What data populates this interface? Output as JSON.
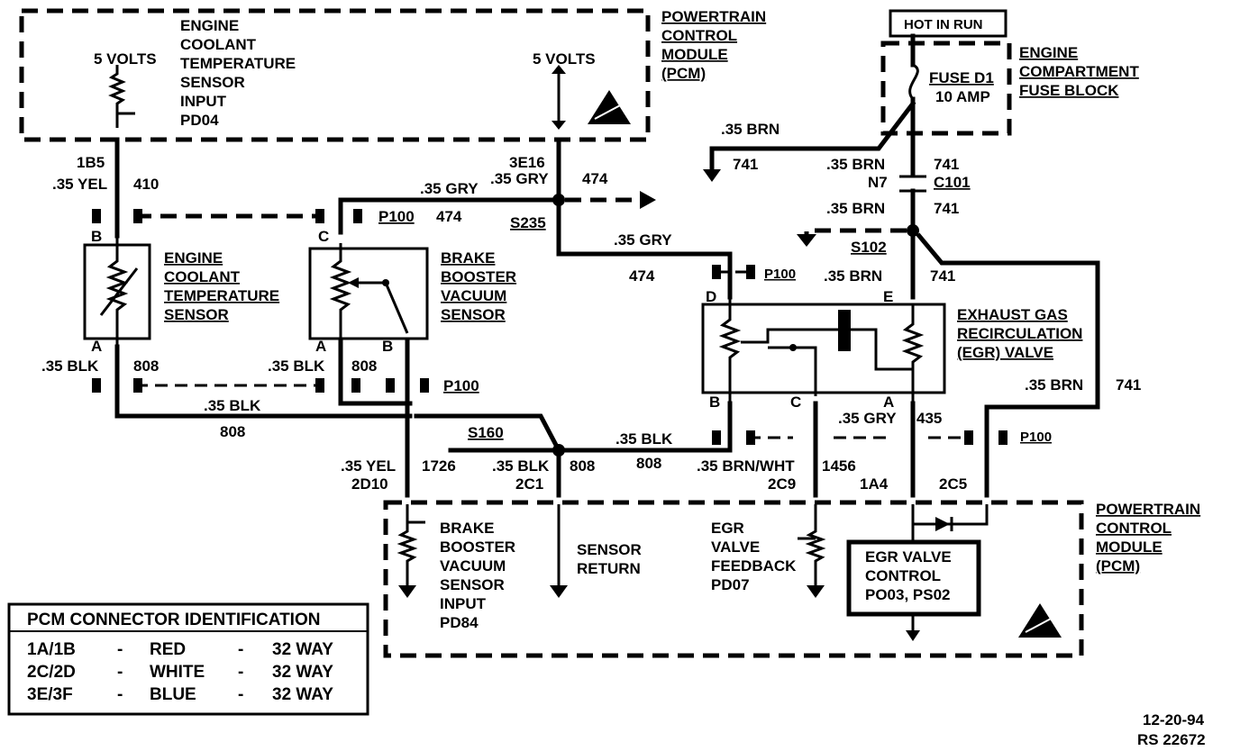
{
  "pcm_top": {
    "title": [
      "POWERTRAIN",
      "CONTROL",
      "MODULE",
      "(PCM)"
    ],
    "ect_input": [
      "ENGINE",
      "COOLANT",
      "TEMPERATURE",
      "SENSOR",
      "INPUT",
      "PD04"
    ],
    "volts_left": "5 VOLTS",
    "volts_right": "5 VOLTS"
  },
  "fuse": {
    "hot_in_run": "HOT IN RUN",
    "fuse_name": "FUSE D1",
    "fuse_amp": "10 AMP",
    "block_name": [
      "ENGINE",
      "COMPARTMENT",
      "FUSE BLOCK"
    ]
  },
  "wires": {
    "w1b5": "1B5",
    "w36yel_top": ".35 YEL",
    "c410": "410",
    "w3e16": "3E16",
    "w35gry_top": ".35 GRY",
    "c474_top": "474",
    "w35gry_h": ".35 GRY",
    "c474_mid": "474",
    "s235": "S235",
    "w35gry_right": ".35 GRY",
    "c474_low": "474",
    "w35brn_a": ".35 BRN",
    "c741_a": "741",
    "w35brn_b": ".35 BRN",
    "c741_b": "741",
    "n7": "N7",
    "c101": "C101",
    "w35brn_c": ".35 BRN",
    "c741_c": "741",
    "s102": "S102",
    "w35brn_d": ".35 BRN",
    "c741_d": "741",
    "w35brn_e": ".35 BRN",
    "c741_e": "741",
    "p100_1": "P100",
    "p100_2": "P100",
    "p100_3": "P100",
    "p100_4": "P100",
    "w35blk_a": ".35 BLK",
    "c808_a": "808",
    "w35blk_b": ".35 BLK",
    "c808_b": "808",
    "w35blk_c": ".35 BLK",
    "c808_c": "808",
    "s160": "S160",
    "w35blk_d": ".35 BLK",
    "c808_d": "808",
    "w35yel_low": ".35 YEL",
    "c1726": "1726",
    "w2d10": "2D10",
    "w35blk_e": ".35 BLK",
    "c808_e": "808",
    "w2c1": "2C1",
    "w35brnwht": ".35 BRN/WHT",
    "c1456": "1456",
    "w2c9": "2C9",
    "w35gry_egr": ".35 GRY",
    "c435": "435",
    "w1a4": "1A4",
    "w2c5": "2C5"
  },
  "components": {
    "ect_sensor": [
      "ENGINE",
      "COOLANT",
      "TEMPERATURE",
      "SENSOR"
    ],
    "bbv_sensor": [
      "BRAKE",
      "BOOSTER",
      "VACUUM",
      "SENSOR"
    ],
    "egr_valve": [
      "EXHAUST GAS",
      "RECIRCULATION",
      "(EGR) VALVE"
    ],
    "pins": {
      "ect_b": "B",
      "ect_a": "A",
      "bbv_c": "C",
      "bbv_a": "A",
      "bbv_b": "B",
      "egr_d": "D",
      "egr_e": "E",
      "egr_b": "B",
      "egr_c": "C",
      "egr_a": "A"
    }
  },
  "pcm_bottom": {
    "title": [
      "POWERTRAIN",
      "CONTROL",
      "MODULE",
      "(PCM)"
    ],
    "bbv_input": [
      "BRAKE",
      "BOOSTER",
      "VACUUM",
      "SENSOR",
      "INPUT",
      "PD84"
    ],
    "sensor_return": [
      "SENSOR",
      "RETURN"
    ],
    "egr_feedback": [
      "EGR",
      "VALVE",
      "FEEDBACK",
      "PD07"
    ],
    "egr_control": [
      "EGR VALVE",
      "CONTROL",
      "PO03, PS02"
    ]
  },
  "connector_table": {
    "title": "PCM CONNECTOR IDENTIFICATION",
    "rows": [
      {
        "id": "1A/1B",
        "sep1": "-",
        "color": "RED",
        "sep2": "-",
        "size": "32 WAY"
      },
      {
        "id": "2C/2D",
        "sep1": "-",
        "color": "WHITE",
        "sep2": "-",
        "size": "32 WAY"
      },
      {
        "id": "3E/3F",
        "sep1": "-",
        "color": "BLUE",
        "sep2": "-",
        "size": "32 WAY"
      }
    ]
  },
  "footer": {
    "date": "12-20-94",
    "ref": "RS 22672"
  }
}
